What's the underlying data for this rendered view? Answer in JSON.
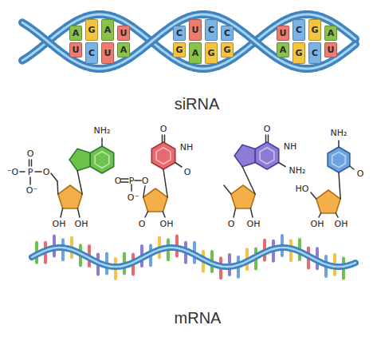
{
  "diagram": {
    "nodes": [
      {
        "text": [
          "A"
        ]
      },
      {
        "text": [
          "G"
        ]
      },
      {
        "text": [
          "A"
        ]
      },
      {
        "text": [
          "U"
        ]
      },
      {
        "text": [
          "C"
        ]
      },
      {
        "text": [
          "U"
        ]
      },
      {
        "text": [
          "C"
        ]
      },
      {
        "text": [
          "C"
        ]
      },
      {
        "text": [
          "U"
        ]
      },
      {
        "text": [
          "C"
        ]
      },
      {
        "text": [
          "G"
        ]
      },
      {
        "text": [
          "A"
        ]
      },
      {
        "text": [
          "U"
        ]
      },
      {
        "text": [
          "C"
        ]
      },
      {
        "text": [
          "U"
        ]
      },
      {
        "text": [
          "A"
        ]
      },
      {
        "text": [
          "G"
        ]
      },
      {
        "text": [
          "A"
        ]
      },
      {
        "text": [
          "G"
        ]
      },
      {
        "text": [
          "G"
        ]
      },
      {
        "text": [
          "A"
        ]
      },
      {
        "text": [
          "G"
        ]
      },
      {
        "text": [
          "C"
        ]
      },
      {
        "text": [
          "U"
        ]
      }
    ],
    "labels": [
      "siRNA",
      "O",
      "⁻O",
      "P",
      "O",
      "O⁻",
      "NH₂",
      "OH",
      "OH",
      "O",
      "NH",
      "O",
      "O",
      "P",
      "O",
      "O⁻",
      "O",
      "OH",
      "O",
      "NH",
      "NH₂",
      "O",
      "OH",
      "NH₂",
      "O",
      "HO",
      "OH",
      "OH",
      "mRNA"
    ]
  }
}
